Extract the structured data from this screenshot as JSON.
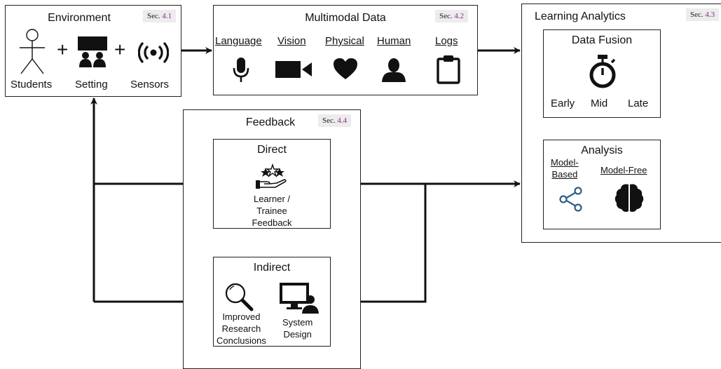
{
  "environment": {
    "title": "Environment",
    "sec_prefix": "Sec.",
    "sec_num": "4.1",
    "items": [
      "Students",
      "Setting",
      "Sensors"
    ],
    "plus": "+"
  },
  "multimodal": {
    "title": "Multimodal Data",
    "sec_prefix": "Sec.",
    "sec_num": "4.2",
    "items": [
      "Language",
      "Vision",
      "Physical",
      "Human",
      "Logs"
    ]
  },
  "learning": {
    "title": "Learning Analytics",
    "sec_prefix": "Sec.",
    "sec_num": "4.3",
    "fusion": {
      "title": "Data Fusion",
      "items": [
        "Early",
        "Mid",
        "Late"
      ]
    },
    "analysis": {
      "title": "Analysis",
      "model_based_1": "Model-",
      "model_based_2": "Based",
      "model_free": "Model-Free"
    }
  },
  "feedback": {
    "title": "Feedback",
    "sec_prefix": "Sec.",
    "sec_num": "4.4",
    "direct": {
      "title": "Direct",
      "caption_1": "Learner /",
      "caption_2": "Trainee",
      "caption_3": "Feedback"
    },
    "indirect": {
      "title": "Indirect",
      "left_1": "Improved",
      "left_2": "Research",
      "left_3": "Conclusions",
      "right_1": "System",
      "right_2": "Design"
    }
  },
  "colors": {
    "line": "#111111",
    "sec_bg": "#ececec",
    "sec_num": "#8a2a8a",
    "share_icon": "#2f5f8a"
  }
}
